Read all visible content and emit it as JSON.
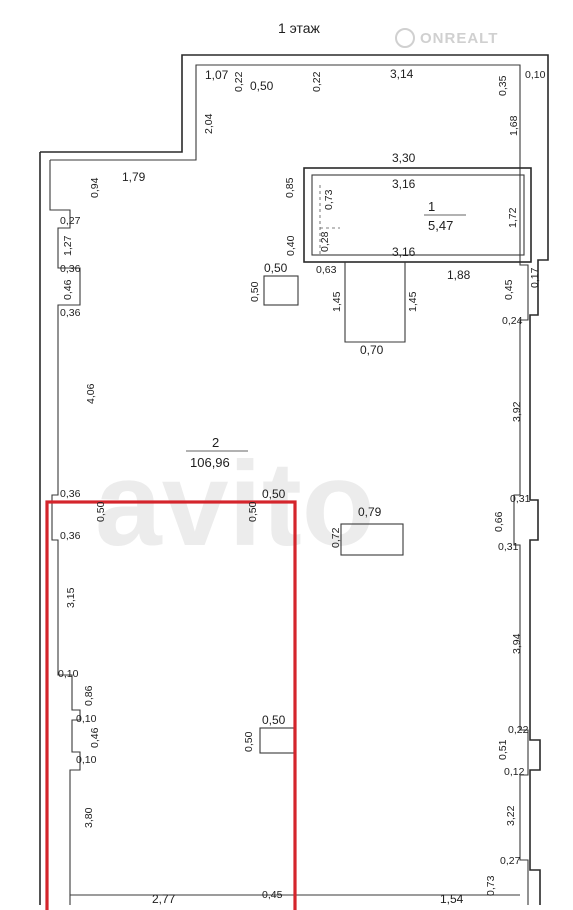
{
  "title": "1 этаж",
  "watermark": {
    "brand": "ONREALT",
    "big": "avito"
  },
  "rooms": [
    {
      "number": "1",
      "area": "5,47"
    },
    {
      "number": "2",
      "area": "106,96"
    }
  ],
  "dimensions": {
    "top_left": "1,07",
    "top_a": "0,22",
    "top_b": "0,50",
    "top_c": "0,22",
    "top_wide": "3,14",
    "top_right_a": "0,35",
    "top_right_b": "0,10",
    "left_diag": "2,04",
    "right_top_side": "1,68",
    "upper_left": "1,79",
    "upper_left_v": "0,94",
    "room1_top": "3,30",
    "room1_inner_top": "3,16",
    "room1_left_a": "0,85",
    "room1_left_b": "0,73",
    "room1_right": "1,72",
    "room1_bottom": "3,16",
    "room1_low_a": "0,40",
    "room1_low_b": "0,28",
    "notch_a": "0,27",
    "notch_b": "1,27",
    "notch_c": "0,36",
    "notch_d": "0,46",
    "notch_e": "0,36",
    "col_top_w": "0,50",
    "col_top_h": "0,50",
    "niche_top": "0,63",
    "niche_left": "1,45",
    "niche_right": "1,45",
    "niche_bottom": "0,70",
    "right_upper": "1,88",
    "right_notch_a": "0,45",
    "right_notch_b": "0,17",
    "right_notch_c": "0,24",
    "left_long": "4,06",
    "right_long": "3,92",
    "left_notch_a": "0,36",
    "left_notch_b": "0,50",
    "left_notch_c": "0,36",
    "mid_a": "0,50",
    "mid_b": "0,50",
    "col_mid_w": "0,79",
    "col_mid_h": "0,72",
    "right_notch_d": "0,31",
    "right_notch_e": "0,66",
    "right_notch_f": "0,31",
    "left_mid": "3,15",
    "left_low_a": "0,10",
    "left_low_b": "0,86",
    "left_low_c": "0,10",
    "left_low_d": "0,46",
    "left_low_e": "0,10",
    "right_mid": "3,94",
    "col_low_w": "0,50",
    "col_low_h": "0,50",
    "right_low_a": "0,22",
    "right_low_b": "0,51",
    "right_low_c": "0,12",
    "left_bottom_side": "3,80",
    "right_bottom_a": "3,22",
    "right_bottom_b": "0,27",
    "right_bottom_c": "0,73",
    "bottom_a": "2,77",
    "bottom_b": "0,45",
    "bottom_c": "1,54"
  },
  "colors": {
    "highlight": "#d4252c",
    "line": "#2a2a2a"
  }
}
